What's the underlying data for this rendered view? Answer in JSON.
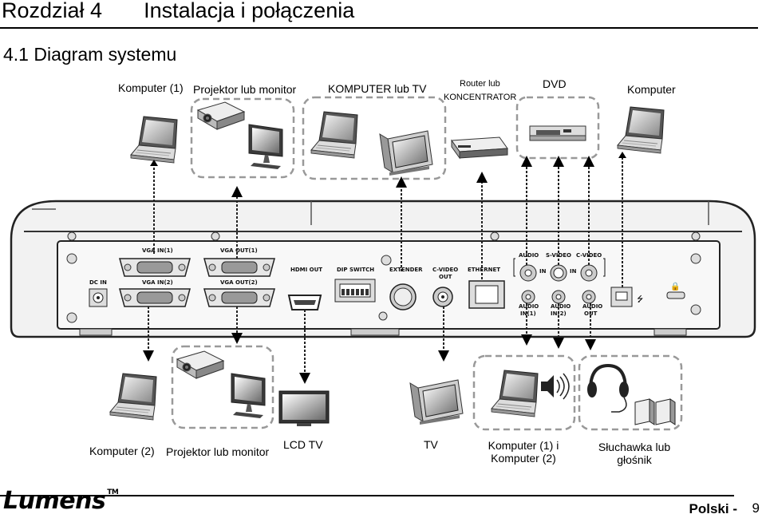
{
  "header": {
    "chapter": "Rozdział 4",
    "chapter_title": "Instalacja i połączenia",
    "section": "4.1 Diagram systemu"
  },
  "top_labels": {
    "computer1": "Komputer (1)",
    "projector_monitor": "Projektor lub monitor",
    "computer_tv": "KOMPUTER lub TV",
    "router_line1": "Router lub",
    "router_line2": "KONCENTRATOR",
    "dvd": "DVD",
    "computer": "Komputer"
  },
  "bottom_labels": {
    "computer2": "Komputer (2)",
    "projector_monitor": "Projektor lub monitor",
    "lcd_tv": "LCD TV",
    "tv": "TV",
    "computers_line1": "Komputer (1) i",
    "computers_line2": "Komputer (2)",
    "headphones_line1": "Słuchawka lub",
    "headphones_line2": "głośnik"
  },
  "ports": {
    "vga_in1": "VGA IN(1)",
    "vga_in2": "VGA IN(2)",
    "vga_out1": "VGA OUT(1)",
    "vga_out2": "VGA OUT(2)",
    "dc_in": "DC IN",
    "hdmi_out": "HDMI OUT",
    "dip_switch": "DIP SWITCH",
    "extender": "EXTENDER",
    "cvideo_out_line1": "C-VIDEO",
    "cvideo_out_line2": "OUT",
    "ethernet": "ETHERNET",
    "audio": "AUDIO",
    "svideo": "S-VIDEO",
    "cvideo": "C-VIDEO",
    "in_left": "IN",
    "in_right": "IN",
    "audio_in1_line1": "AUDIO",
    "audio_in1_line2": "IN(1)",
    "audio_in2_line1": "AUDIO",
    "audio_in2_line2": "IN(2)",
    "audio_out_line1": "AUDIO",
    "audio_out_line2": "OUT"
  },
  "footer": {
    "brand": "Lumens",
    "trademark": "TM",
    "language": "Polski -",
    "page_number": "9"
  }
}
